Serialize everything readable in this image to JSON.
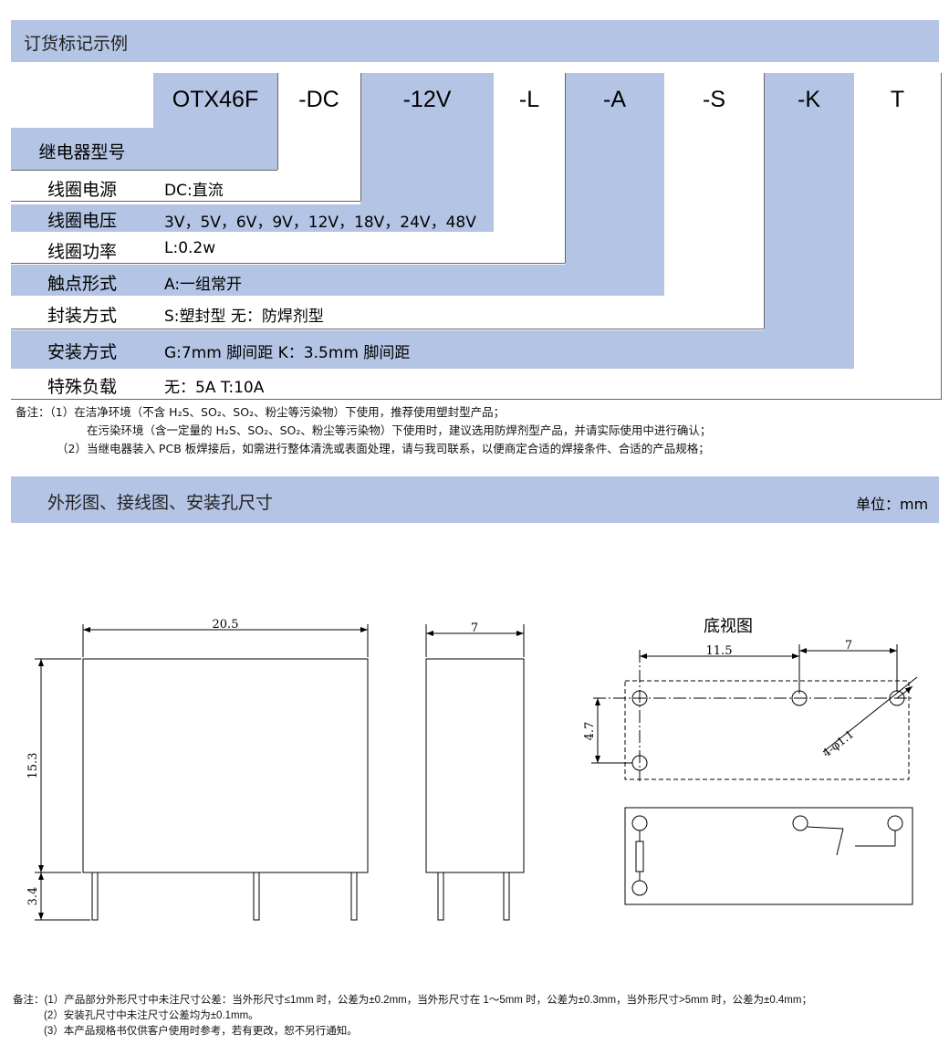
{
  "section1": {
    "title": "订货标记示例"
  },
  "codes": [
    "OTX46F",
    "-DC",
    "-12V",
    "-L",
    "-A",
    "-S",
    "-K",
    "T"
  ],
  "rows": [
    {
      "label": "继电器型号",
      "value": ""
    },
    {
      "label": "线圈电源",
      "value": "DC:直流"
    },
    {
      "label": "线圈电压",
      "value": "3V，5V，6V，9V，12V，18V，24V，48V"
    },
    {
      "label": "线圈功率",
      "value": "L:0.2w"
    },
    {
      "label": "触点形式",
      "value": "A:一组常开"
    },
    {
      "label": "封装方式",
      "value": "S:塑封型    无：防焊剂型"
    },
    {
      "label": "安装方式",
      "value": "G:7mm 脚间距     K：3.5mm 脚间距"
    },
    {
      "label": "特殊负载",
      "value": "无：5A      T:10A"
    }
  ],
  "notes1": [
    "备注：（1）在洁净环境（不含 H₂S、SO₂、SO₂、粉尘等污染物）下使用，推荐使用塑封型产品；",
    "在污染环境（含一定量的 H₂S、SO₂、SO₂、粉尘等污染物）下使用时，建议选用防焊剂型产品，并请实际使用中进行确认；",
    "（2）当继电器装入 PCB 板焊接后，如需进行整体清洗或表面处理，请与我司联系，以便商定合适的焊接条件、合适的产品规格；"
  ],
  "section2": {
    "title": "外形图、接线图、安装孔尺寸",
    "unit": "单位：mm"
  },
  "drawing": {
    "front_width": "20.5",
    "front_height": "15.3",
    "pin_length": "3.4",
    "side_width": "7",
    "bottom_title": "底视图",
    "pitch_a": "11.5",
    "pitch_b": "7",
    "pitch_c": "4.7",
    "hole_spec": "4-φ1.1"
  },
  "notes2": [
    "备注：(1）产品部分外形尺寸中未注尺寸公差：当外形尺寸≤1mm 时，公差为±0.2mm，当外形尺寸在 1～5mm 时，公差为±0.3mm，当外形尺寸>5mm 时，公差为±0.4mm；",
    "(2）安装孔尺寸中未注尺寸公差均为±0.1mm。",
    "(3）本产品规格书仅供客户使用时参考，若有更改，恕不另行通知。"
  ]
}
